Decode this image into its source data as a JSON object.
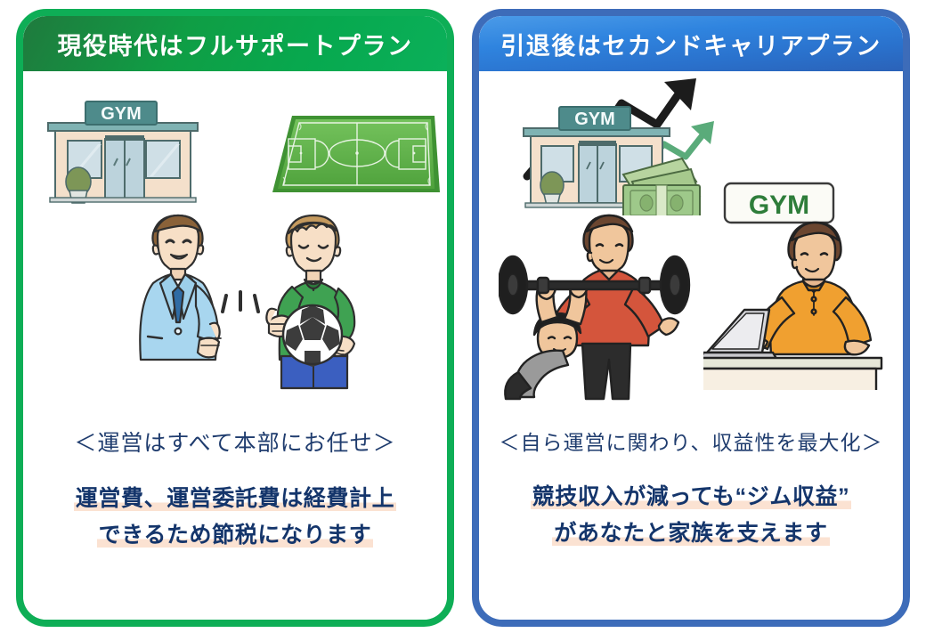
{
  "page": {
    "background": "#ffffff",
    "layout": "two-column-comparison"
  },
  "cards": [
    {
      "id": "active-career-plan",
      "accent_color": "#0eae56",
      "header_gradient": [
        "#1f7a3d",
        "#0bb05a"
      ],
      "header_title": "現役時代はフルサポートプラン",
      "caption_sub": "＜運営はすべて本部にお任せ＞",
      "caption_main_line1": "運営費、運営委託費は経費計上",
      "caption_main_line2": "できるため節税になります",
      "highlight_color": "#fbe2d2",
      "text_color": "#14356b",
      "illustration": {
        "name": "gym-storefront-with-athlete-and-advisor",
        "elements": [
          "gym-building",
          "gym-sign-text",
          "potted-plant",
          "soccer-field",
          "businessman-in-blue-suit",
          "athlete-in-green-shirt",
          "soccer-ball",
          "thumbs-up-gesture",
          "emphasis-lines"
        ],
        "gym_sign_text": "GYM",
        "gym_sign_color": "#5d9e9e",
        "building_wall_color": "#f4e0cb",
        "field_color": "#5cb04a",
        "suit_color": "#a8d6ef",
        "tie_color": "#2f6ca5",
        "shirt_color": "#3fa252",
        "shorts_color": "#3b5fc0"
      }
    },
    {
      "id": "second-career-plan",
      "accent_color": "#3d6cb9",
      "header_gradient": [
        "#4b9be8",
        "#2b62b8"
      ],
      "header_title": "引退後はセカンドキャリアプラン",
      "caption_sub": "＜自ら運営に関わり、収益性を最大化＞",
      "caption_main_line1": "競技収入が減っても“ジム収益”",
      "caption_main_line2": "があなたと家族を支えます",
      "highlight_color": "#fbe2d2",
      "text_color": "#14356b",
      "illustration": {
        "name": "gym-business-growth-with-trainer-and-reception",
        "elements": [
          "gym-building",
          "gym-sign-text",
          "growth-arrow-up-icon",
          "secondary-arrow-icon",
          "cash-bills-stack",
          "potted-plant",
          "trainer-spotting",
          "bench-press-lifter",
          "barbell",
          "gym-wall-sign",
          "reception-desk",
          "staff-with-laptop",
          "laptop"
        ],
        "gym_sign_text": "GYM",
        "wall_sign_text": "GYM",
        "wall_sign_text_color": "#2e7d3a",
        "gym_sign_color": "#5d9e9e",
        "building_wall_color": "#f4e0cb",
        "arrow_color": "#1c1c1c",
        "secondary_arrow_color": "#5aab7a",
        "money_color": "#9ec98a",
        "trainer_shirt_color": "#d4553c",
        "lifter_shirt_color": "#9a9a9a",
        "staff_shirt_color": "#f0a030",
        "desk_color": "#f7efe2",
        "laptop_color": "#d8d8dc"
      }
    }
  ]
}
